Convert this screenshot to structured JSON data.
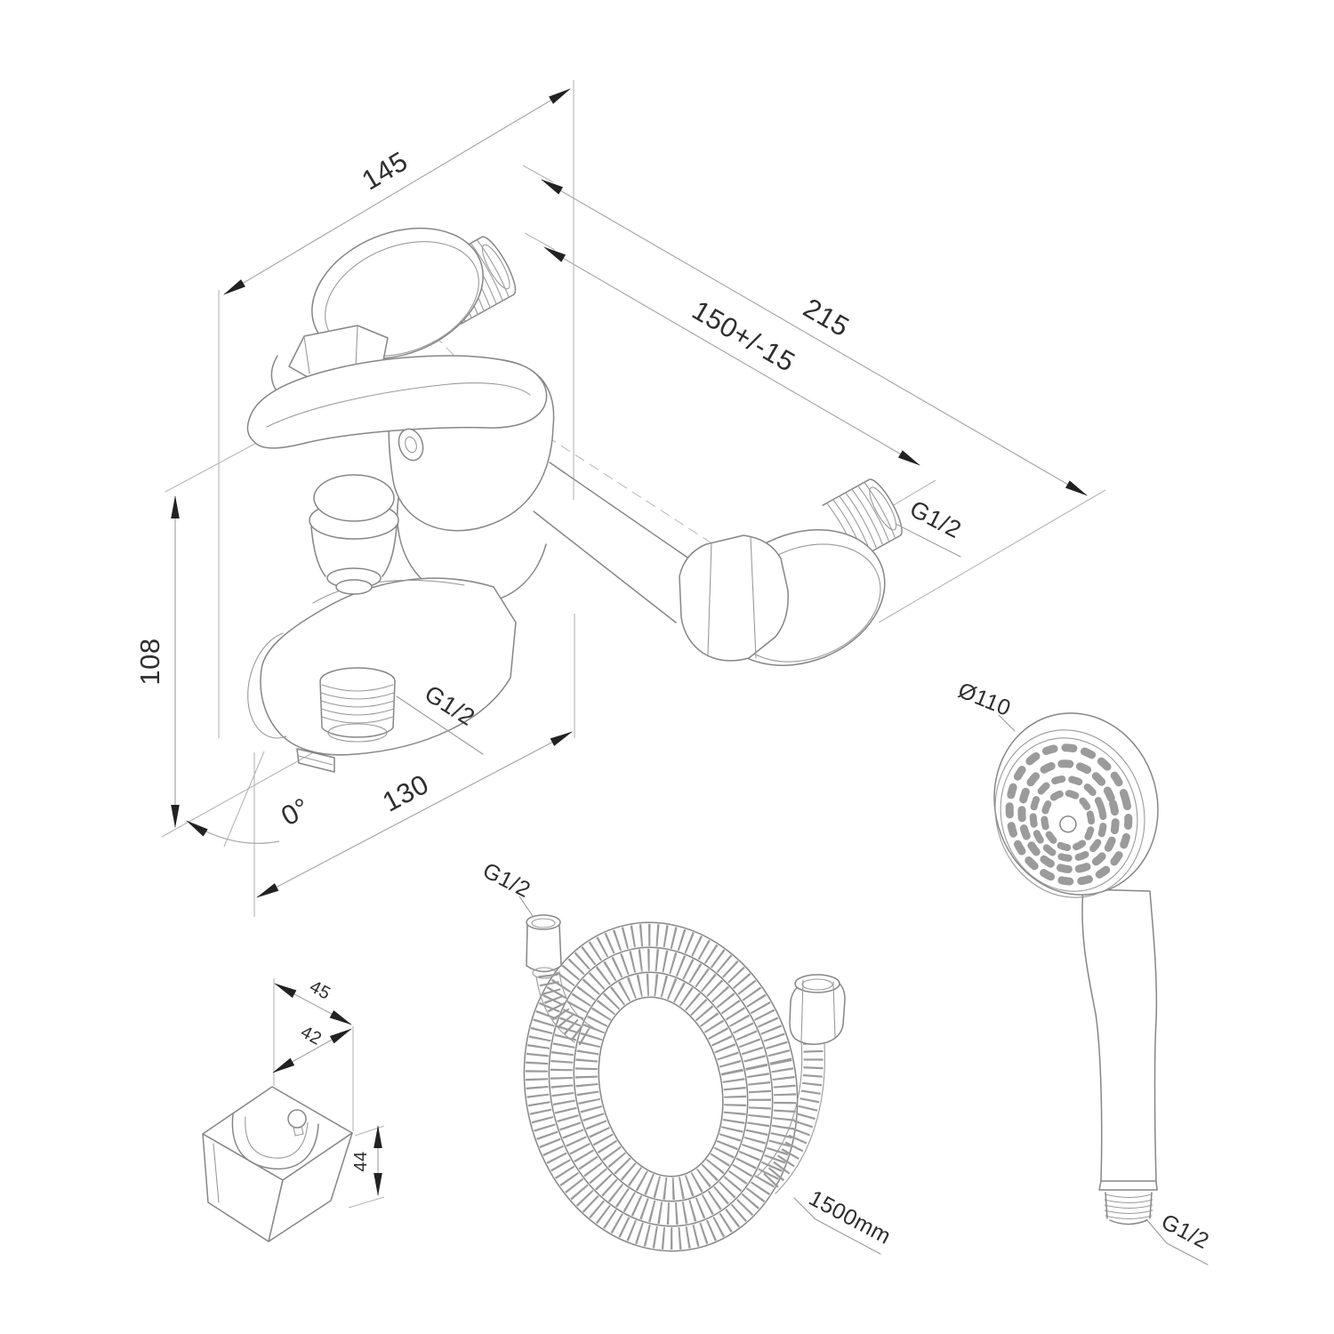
{
  "drawing": {
    "mixer": {
      "width": "145",
      "overall_span": "215",
      "inlet_centers": "150+/-15",
      "height": "108",
      "spout_reach": "130",
      "spout_angle": "0°",
      "inlet_thread": "G1/2",
      "hose_outlet_thread": "G1/2"
    },
    "bracket": {
      "width": "45",
      "depth": "42",
      "height": "44"
    },
    "hose": {
      "thread": "G1/2",
      "length": "1500mm"
    },
    "hand_shower": {
      "head_diameter": "Ø110",
      "thread": "G1/2"
    }
  }
}
